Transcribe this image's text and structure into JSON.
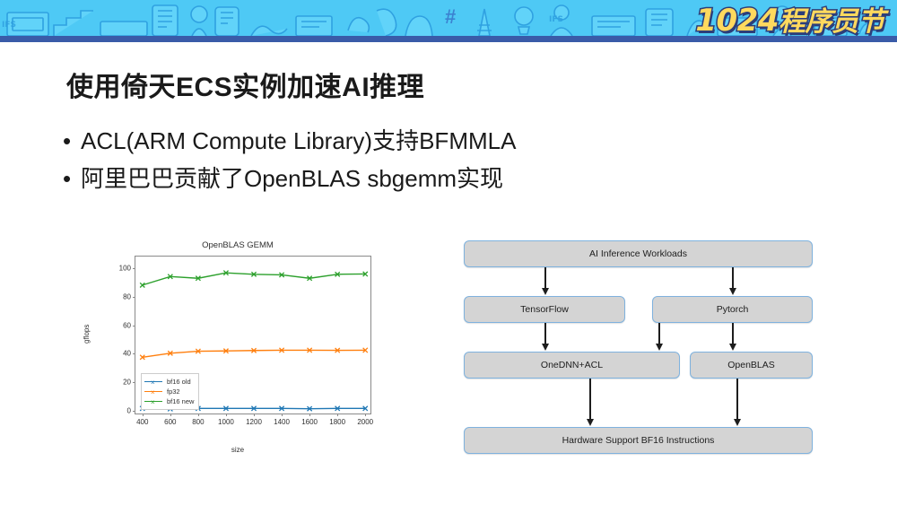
{
  "banner": {
    "logo_number": "1024",
    "logo_text": "程序员节",
    "bg_color": "#4ec9f5",
    "logo_color": "#ffd95e",
    "logo_outline_color": "#2c3e7a",
    "baseline_color": "#3a5ba8"
  },
  "slide": {
    "title": "使用倚天ECS实例加速AI推理",
    "bullets": [
      "ACL(ARM Compute Library)支持BFMMLA",
      "阿里巴巴贡献了OpenBLAS sbgemm实现"
    ],
    "bullet_marker": "•"
  },
  "chart_data": {
    "type": "line",
    "title": "OpenBLAS GEMM",
    "xlabel": "size",
    "ylabel": "gflops",
    "x": [
      400,
      600,
      800,
      1000,
      1200,
      1400,
      1600,
      1800,
      2000
    ],
    "xlim": [
      350,
      2050
    ],
    "ylim": [
      -3,
      108
    ],
    "xticks": [
      400,
      600,
      800,
      1000,
      1200,
      1400,
      1600,
      1800,
      2000
    ],
    "yticks": [
      0,
      20,
      40,
      60,
      80,
      100
    ],
    "grid": false,
    "legend_position": "lower left",
    "marker": "x",
    "series": [
      {
        "name": "bf16 old",
        "color": "#1f77b4",
        "values": [
          1.8,
          1.5,
          1.8,
          1.8,
          1.8,
          1.8,
          1.6,
          1.8,
          1.8
        ]
      },
      {
        "name": "fp32",
        "color": "#ff7f0e",
        "values": [
          37.6,
          40.4,
          41.8,
          42.0,
          42.3,
          42.5,
          42.5,
          42.4,
          42.5
        ]
      },
      {
        "name": "bf16 new",
        "color": "#2ca02c",
        "values": [
          88.0,
          94.0,
          92.8,
          96.6,
          95.6,
          95.2,
          92.8,
          95.6,
          95.8
        ]
      }
    ]
  },
  "flowchart": {
    "box_fill": "#d4d4d4",
    "box_border": "#7fb2de",
    "arrow_color": "#1d1d1d",
    "boxes": [
      {
        "id": "ai-inference-workloads",
        "label": "AI Inference Workloads"
      },
      {
        "id": "tensorflow",
        "label": "TensorFlow"
      },
      {
        "id": "pytorch",
        "label": "Pytorch"
      },
      {
        "id": "onednn-acl",
        "label": "OneDNN+ACL"
      },
      {
        "id": "openblas",
        "label": "OpenBLAS"
      },
      {
        "id": "hardware-support",
        "label": "Hardware Support BF16 Instructions"
      }
    ]
  }
}
